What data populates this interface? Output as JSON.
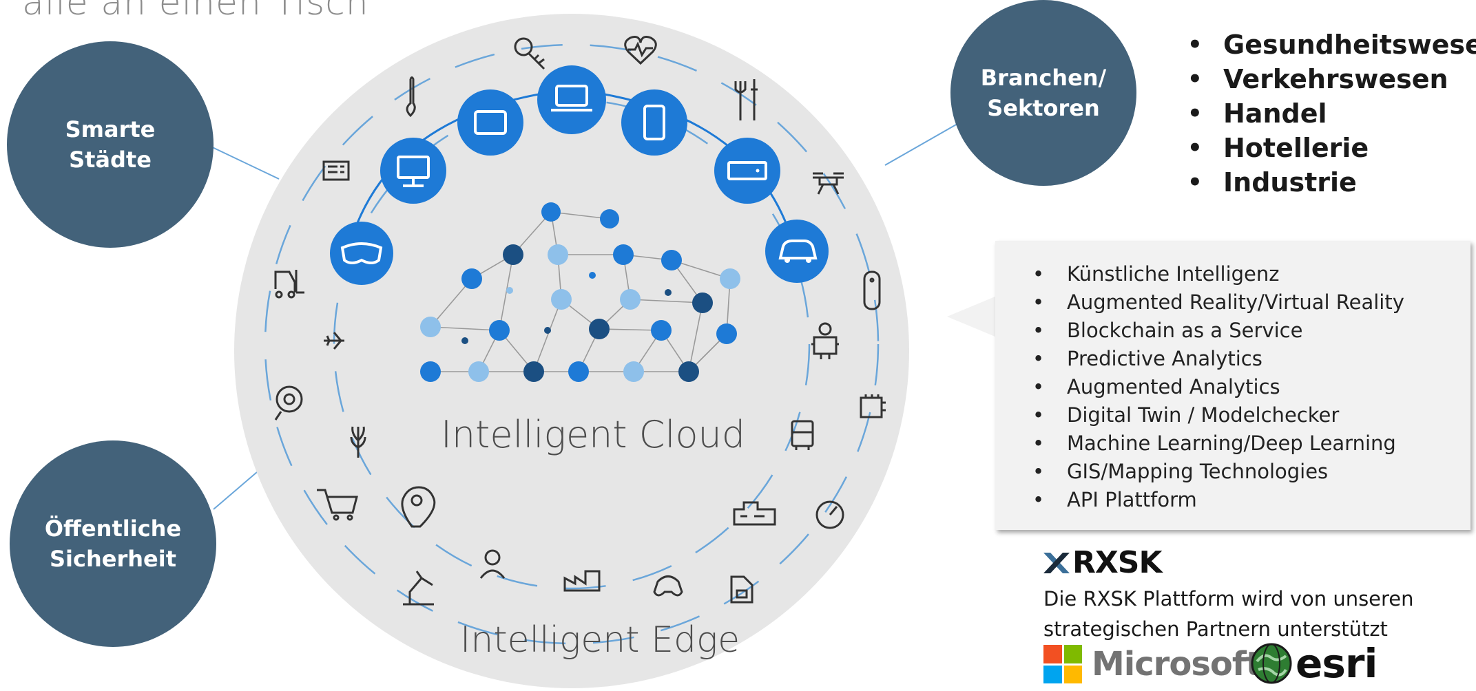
{
  "title": "alle an einen Tisch",
  "hubs": {
    "smart_cities": "Smarte\nStädte",
    "public_safety": "Öffentliche\nSicherheit",
    "sectors": "Branchen/\nSektoren"
  },
  "cloud_label": "Intelligent Cloud",
  "edge_label": "Intelligent Edge",
  "sectors_list": [
    "Gesundheitswesen",
    "Verkehrswesen",
    "Handel",
    "Hotellerie",
    "Industrie"
  ],
  "technologies": [
    "Künstliche Intelligenz",
    "Augmented Reality/Virtual Reality",
    "Blockchain as a Service",
    "Predictive Analytics",
    "Augmented Analytics",
    "Digital Twin / Modelchecker",
    "Machine Learning/Deep Learning",
    "GIS/Mapping Technologies",
    "API Plattform"
  ],
  "rxsk": {
    "logo_text": "RXSK",
    "partner_text": "Die RXSK Plattform wird von unseren strategischen Partnern unterstützt"
  },
  "partners": {
    "microsoft": "Microsoft",
    "esri": "esri"
  },
  "colors": {
    "hub": "#43627a",
    "device_blue": "#1e7ad6",
    "node_dark": "#1b4f82",
    "node_light": "#8ec0ea",
    "circle_bg": "#e6e6e6",
    "dash_line": "#6aa6da"
  },
  "device_icons": [
    "vr-headset-icon",
    "desktop-icon",
    "tablet-icon",
    "laptop-icon",
    "phone-icon",
    "server-icon",
    "car-icon"
  ],
  "edge_icons": [
    "key-icon",
    "heart-monitor-icon",
    "tools-icon",
    "drone-icon",
    "thermometer-icon",
    "newspaper-icon",
    "forklift-icon",
    "airplane-icon",
    "gear-icon",
    "wheat-icon",
    "cart-icon",
    "pin-icon",
    "robot-arm-icon",
    "person-icon",
    "factory-icon",
    "gamepad-icon",
    "lock-file-icon",
    "gauge-icon",
    "buildings-icon",
    "bus-icon",
    "chip-icon",
    "robot-icon",
    "remote-icon"
  ]
}
